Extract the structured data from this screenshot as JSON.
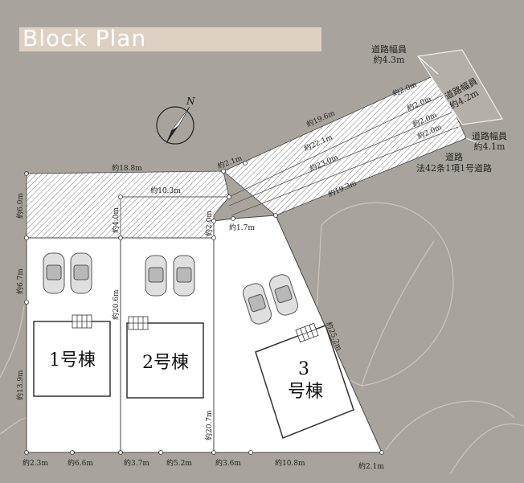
{
  "title": "Block Plan",
  "compass": {
    "north_label": "N"
  },
  "houses": [
    {
      "line1": "1号棟",
      "line2": ""
    },
    {
      "line1": "2号棟",
      "line2": ""
    },
    {
      "line1": "3",
      "line2": "号棟"
    }
  ],
  "roads": {
    "road_top": {
      "line1": "道路幅員",
      "line2": "約4.3m"
    },
    "road_mid": {
      "line1": "道路幅員",
      "line2": "約4.2m"
    },
    "road_low": {
      "line1": "道路幅員",
      "line2": "約4.1m"
    },
    "road_main": {
      "line1": "道路",
      "line2": "法42条1項1号道路"
    }
  },
  "dims": {
    "d_18_8": "約18.8m",
    "d_2_1_top": "約2.1m",
    "d_19_6": "約19.6m",
    "d_22_1": "約22.1m",
    "d_23_0": "約23.0m",
    "d_19_3": "約19.3m",
    "d_10_3": "約10.3m",
    "d_4_0": "約4.0m",
    "d_2_0_v": "約2.0m",
    "d_1_7": "約1.7m",
    "d_2_0_a": "約2.0m",
    "d_2_0_b": "約2.0m",
    "d_2_0_c": "約2.0m",
    "d_2_0_d": "約2.0m",
    "d_6_0": "約6.0m",
    "d_6_7": "約6.7m",
    "d_20_6": "約20.6m",
    "d_13_9": "約13.9m",
    "d_20_7": "約20.7m",
    "d_25_2": "約25.2m",
    "d_2_3": "約2.3m",
    "d_6_6": "約6.6m",
    "d_3_7": "約3.7m",
    "d_5_2": "約5.2m",
    "d_3_6": "約3.6m",
    "d_10_8": "約10.8m",
    "d_2_1_bot": "約2.1m"
  },
  "colors": {
    "background": "#a8a49d",
    "lot_fill": "#ffffff",
    "title_bar": "#ddd0c2",
    "line": "#333333"
  }
}
